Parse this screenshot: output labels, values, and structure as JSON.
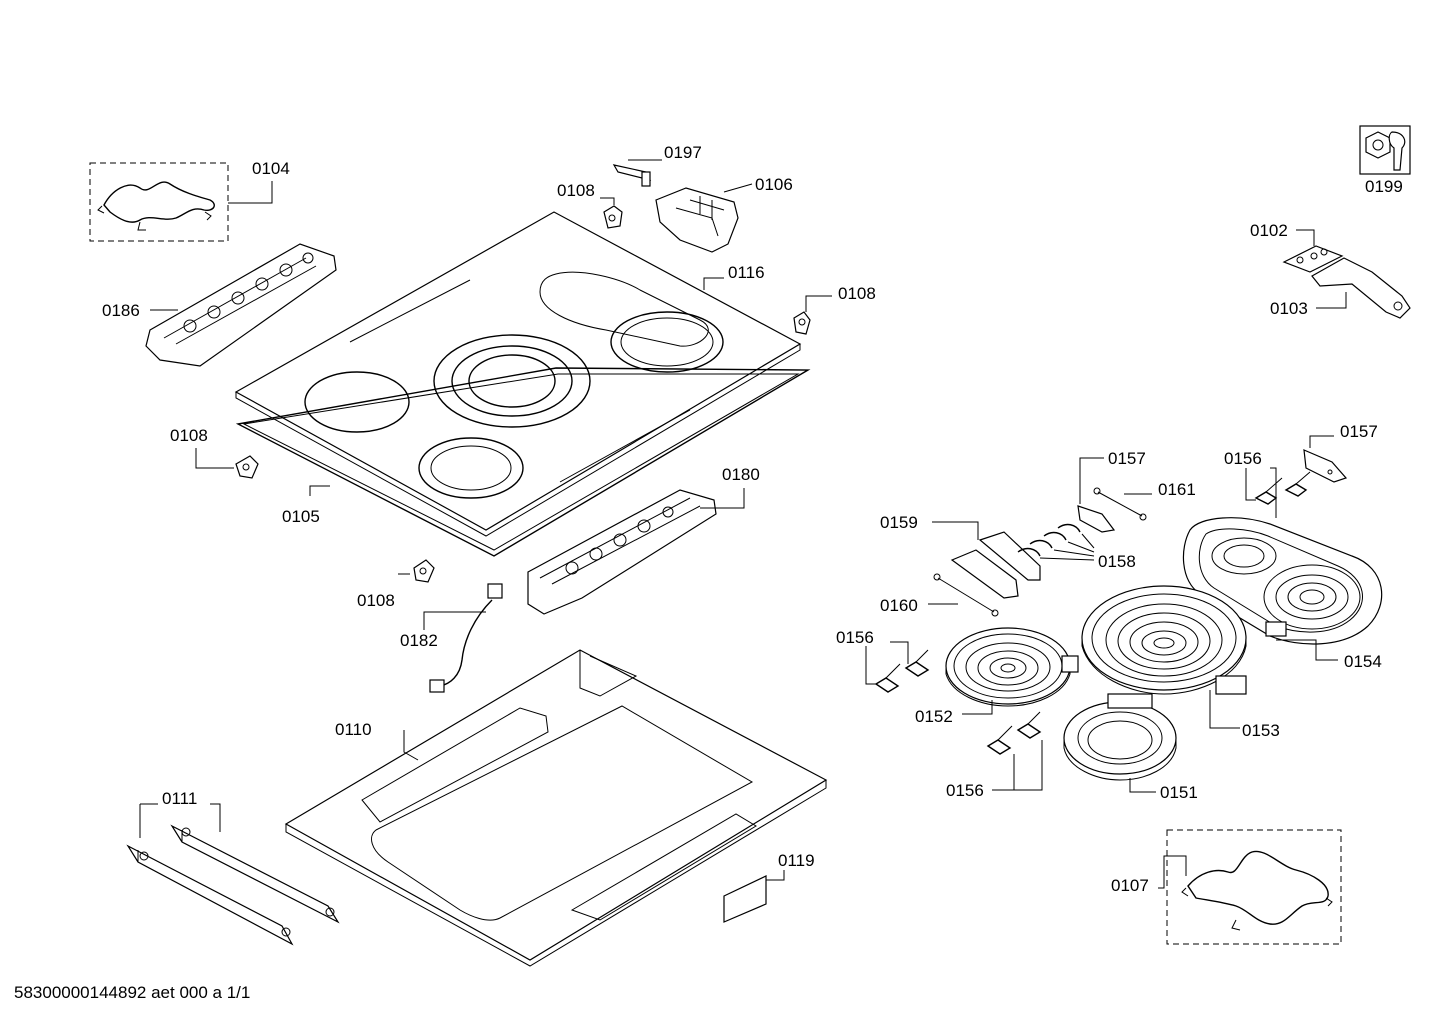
{
  "labels": {
    "p0104": "0104",
    "p0197": "0197",
    "p0108_a": "0108",
    "p0106": "0106",
    "p0186": "0186",
    "p0116": "0116",
    "p0108_b": "0108",
    "p0108_c": "0108",
    "p0105": "0105",
    "p0180": "0180",
    "p0108_d": "0108",
    "p0182": "0182",
    "p0110": "0110",
    "p0111": "0111",
    "p0119": "0119",
    "p0199": "0199",
    "p0102": "0102",
    "p0103": "0103",
    "p0157_a": "0157",
    "p0157_b": "0157",
    "p0156_a": "0156",
    "p0161": "0161",
    "p0159": "0159",
    "p0158": "0158",
    "p0160": "0160",
    "p0156_b": "0156",
    "p0154": "0154",
    "p0152": "0152",
    "p0153": "0153",
    "p0156_c": "0156",
    "p0151": "0151",
    "p0107": "0107"
  },
  "footer": "58300000144892 aet 000 a 1/1",
  "icons": {
    "tool": "wrench-nut-icon"
  }
}
